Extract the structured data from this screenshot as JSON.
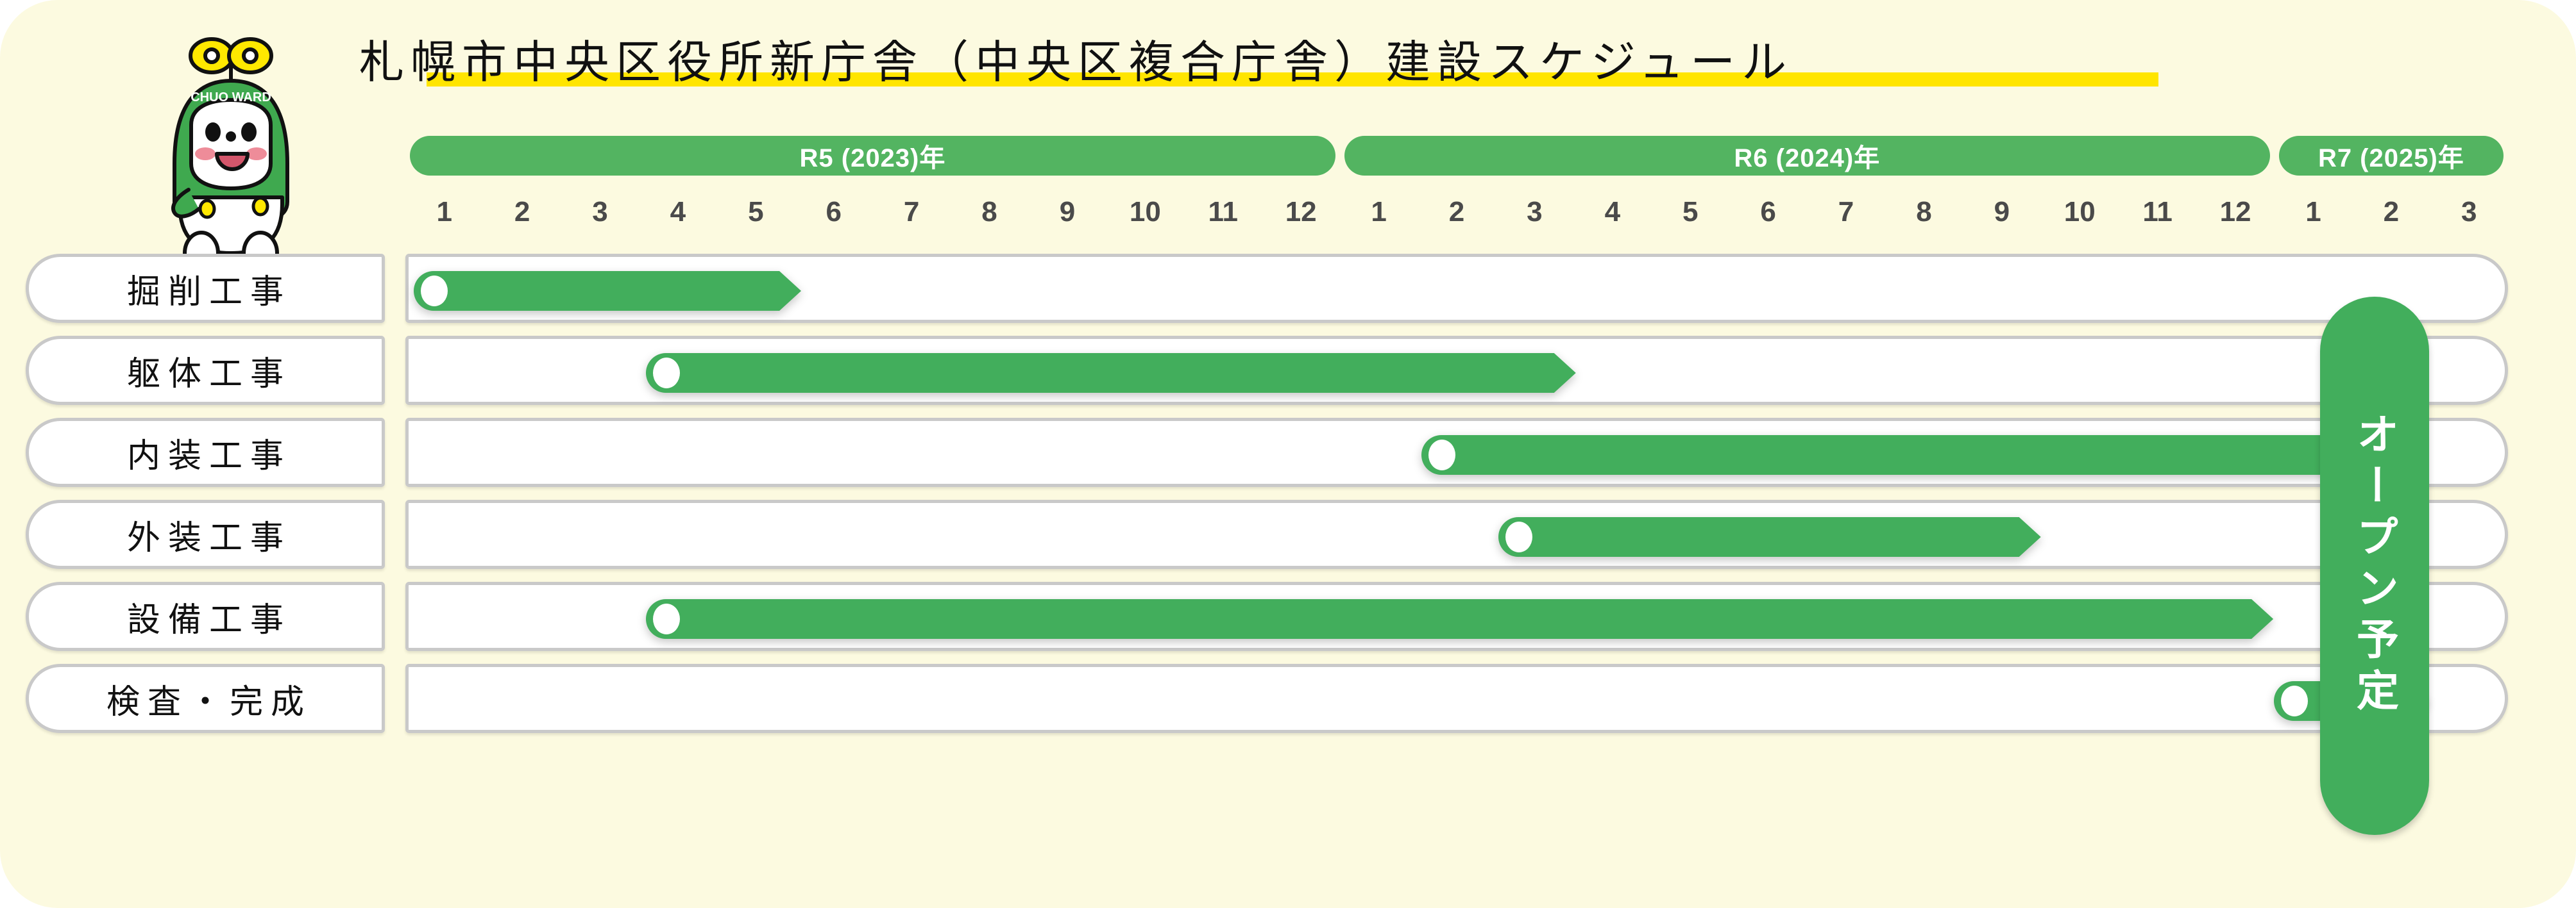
{
  "page": {
    "title": "札幌市中央区役所新庁舎（中央区複合庁舎）建設スケジュール",
    "background_color": "#FCFAE0",
    "highlight_color": "#FFE500",
    "accent_green": "#42AE5C",
    "header_green": "#53B461",
    "border_gray": "#C9C9C9"
  },
  "mascot": {
    "name": "chuo-ward-mascot",
    "badge_text": "CHUO WARD",
    "body_color": "#3FA94F",
    "ribbon_color": "#FFE800"
  },
  "open_badge": {
    "label": "オープン予定"
  },
  "chart_data": {
    "type": "bar",
    "title": "札幌市中央区役所新庁舎（中央区複合庁舎）建設スケジュール",
    "xlabel": "",
    "ylabel": "",
    "grid": false,
    "legend": "none",
    "orientation": "horizontal-gantt",
    "years": [
      {
        "label": "R5 (2023)年",
        "start_index": 0,
        "months": 12
      },
      {
        "label": "R6 (2024)年",
        "start_index": 12,
        "months": 12
      },
      {
        "label": "R7 (2025)年",
        "start_index": 24,
        "months": 3
      }
    ],
    "x": [
      "1",
      "2",
      "3",
      "4",
      "5",
      "6",
      "7",
      "8",
      "9",
      "10",
      "11",
      "12",
      "1",
      "2",
      "3",
      "4",
      "5",
      "6",
      "7",
      "8",
      "9",
      "10",
      "11",
      "12",
      "1",
      "2",
      "3"
    ],
    "categories": [
      "掘削工事",
      "躯体工事",
      "内装工事",
      "外装工事",
      "設備工事",
      "検査・完成"
    ],
    "series": [
      {
        "name": "掘削工事",
        "start_month": 1,
        "end_month": 6,
        "start_label": "R5-1",
        "end_label": "R5-5"
      },
      {
        "name": "躯体工事",
        "start_month": 4,
        "end_month": 16,
        "start_label": "R5-4",
        "end_label": "R6-3"
      },
      {
        "name": "内装工事",
        "start_month": 14,
        "end_month": 26,
        "start_label": "R6-2",
        "end_label": "R7-2"
      },
      {
        "name": "外装工事",
        "start_month": 15,
        "end_month": 22,
        "start_label": "R6-3",
        "end_label": "R6-10"
      },
      {
        "name": "設備工事",
        "start_month": 4,
        "end_month": 25,
        "start_label": "R5-4",
        "end_label": "R7-1"
      },
      {
        "name": "検査・完成",
        "start_month": 25,
        "end_month": 27,
        "start_label": "R7-1",
        "end_label": "R7-3"
      }
    ],
    "annotations": [
      {
        "text": "オープン予定",
        "at_month": 26,
        "orientation": "vertical"
      }
    ]
  }
}
